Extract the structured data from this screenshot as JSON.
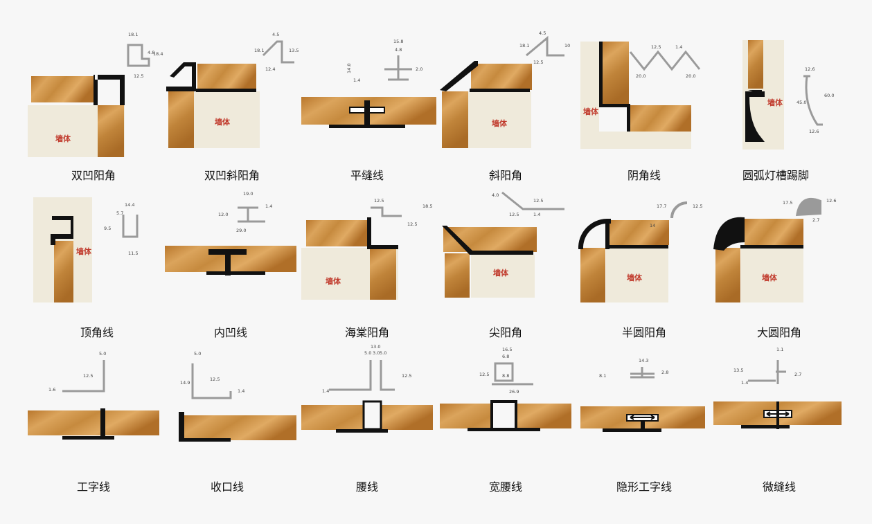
{
  "wall_label": "墙体",
  "colors": {
    "wood_light": "#d9a35a",
    "wood_dark": "#a86a24",
    "wall": "#efeadb",
    "profile": "#111111",
    "metal": "#9a9a9a"
  },
  "items": [
    {
      "label": "双凹阳角",
      "dims": [
        "18.1",
        "4.8",
        "12.5",
        "18.4"
      ]
    },
    {
      "label": "双凹斜阳角",
      "dims": [
        "4.5",
        "18.1",
        "12.4",
        "13.5"
      ]
    },
    {
      "label": "平缝线",
      "dims": [
        "15.8",
        "4.8",
        "14.0",
        "2.0",
        "1.4"
      ]
    },
    {
      "label": "斜阳角",
      "dims": [
        "4.5",
        "12.5",
        "18.1",
        "10"
      ]
    },
    {
      "label": "阴角线",
      "dims": [
        "12.5",
        "20.0",
        "20.0",
        "1.4"
      ]
    },
    {
      "label": "圆弧灯槽踢脚",
      "dims": [
        "12.6",
        "60.0",
        "45.0",
        "12.6"
      ]
    },
    {
      "label": "顶角线",
      "dims": [
        "14.4",
        "5.7",
        "9.5",
        "11.5"
      ]
    },
    {
      "label": "内凹线",
      "dims": [
        "19.0",
        "12.0",
        "1.4",
        "29.0"
      ]
    },
    {
      "label": "海棠阳角",
      "dims": [
        "12.5",
        "18.5",
        "12.5"
      ]
    },
    {
      "label": "尖阳角",
      "dims": [
        "4.0",
        "12.5",
        "12.5",
        "1.4"
      ]
    },
    {
      "label": "半圆阳角",
      "dims": [
        "17.7",
        "12.5",
        "14"
      ]
    },
    {
      "label": "大圆阳角",
      "dims": [
        "17.5",
        "12.6",
        "2.7"
      ]
    },
    {
      "label": "工字线",
      "dims": [
        "5.0",
        "12.5",
        "1.6"
      ]
    },
    {
      "label": "收口线",
      "dims": [
        "5.0",
        "14.9",
        "12.5",
        "1.4"
      ]
    },
    {
      "label": "腰线",
      "dims": [
        "13.0",
        "5.0",
        "3.0",
        "5.0",
        "12.5",
        "1.4"
      ]
    },
    {
      "label": "宽腰线",
      "dims": [
        "16.5",
        "6.8",
        "12.5",
        "8.8",
        "26.9"
      ]
    },
    {
      "label": "隐形工字线",
      "dims": [
        "14.3",
        "8.1",
        "2.8"
      ]
    },
    {
      "label": "微缝线",
      "dims": [
        "1.1",
        "13.5",
        "1.4",
        "2.7"
      ]
    }
  ]
}
